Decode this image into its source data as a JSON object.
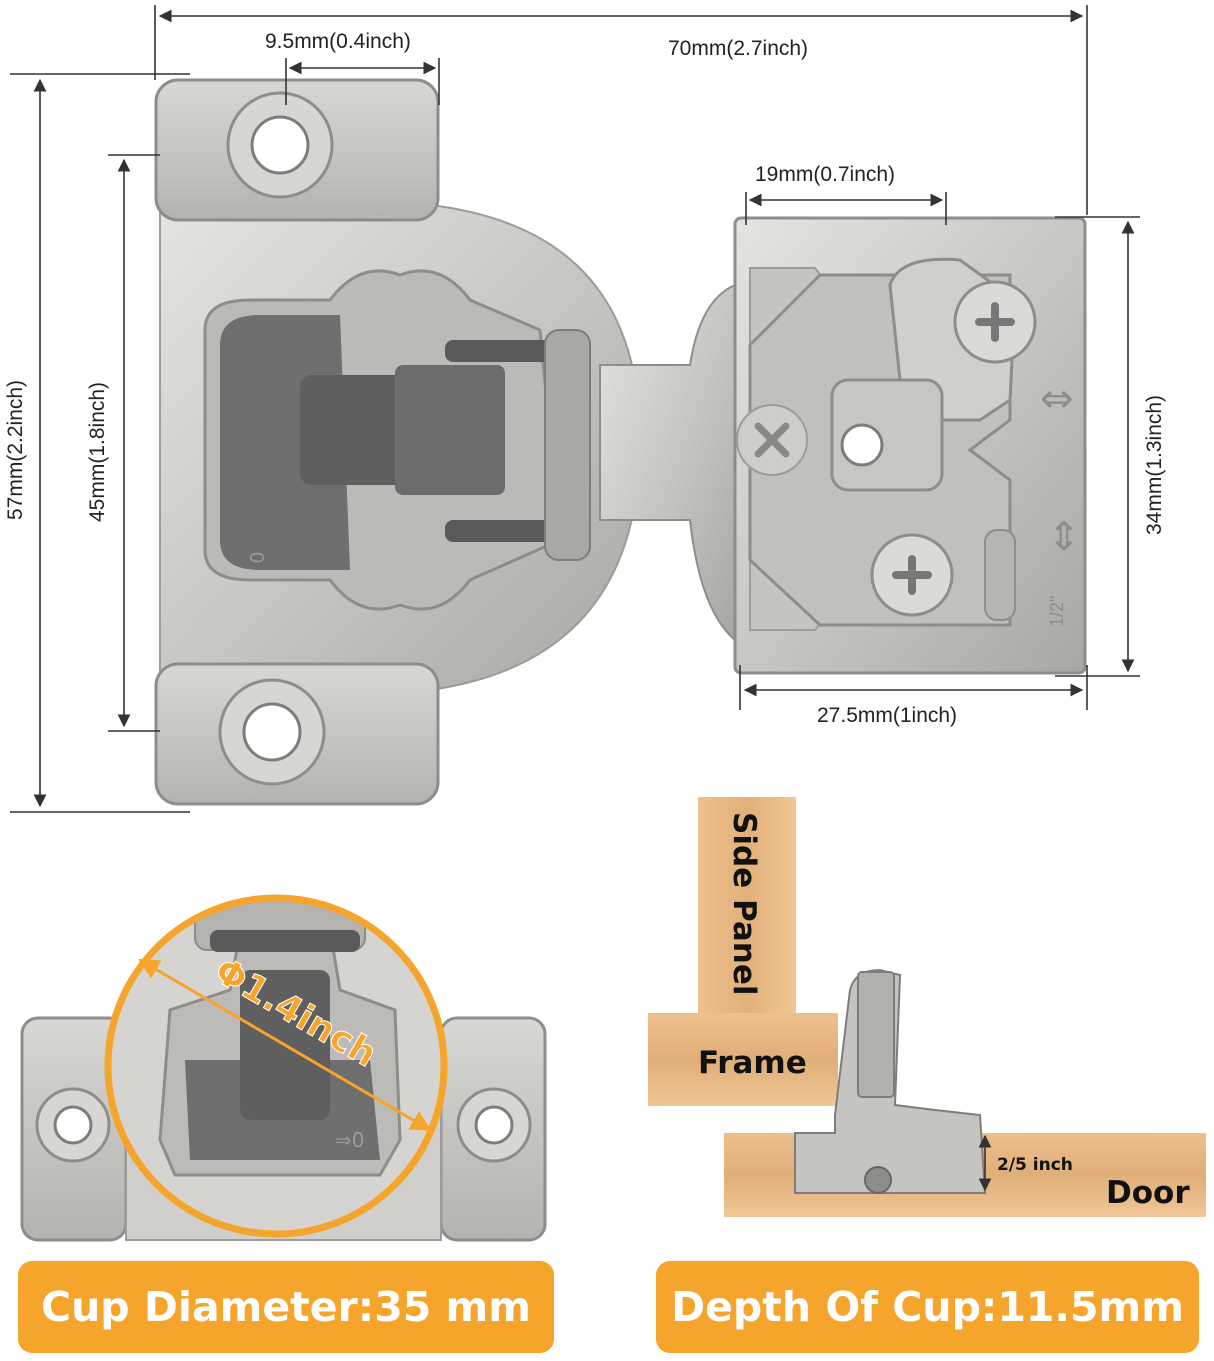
{
  "dimensions": {
    "overall_width": "70mm(2.7inch)",
    "plate_hole_offset": "9.5mm(0.4inch)",
    "overall_height": "57mm(2.2inch)",
    "hole_spacing": "45mm(1.8inch)",
    "arm_top_width": "19mm(0.7inch)",
    "arm_height": "34mm(1.3inch)",
    "arm_width": "27.5mm(1inch)",
    "cup_callout": "Φ1.4inch"
  },
  "hinge_marks": {
    "overlay_mark": "1/2\"",
    "cup_zero_mark": "0",
    "cup_arrow_mark": "⇒0"
  },
  "installation": {
    "side_panel": "Side Panel",
    "frame": "Frame",
    "door": "Door",
    "overlay": "2/5 inch"
  },
  "badges": {
    "cup_diameter": "Cup Diameter:35 mm",
    "cup_depth": "Depth Of Cup:11.5mm"
  },
  "colors": {
    "accent_orange": "#f5a42c",
    "metal": "#c9c7c4",
    "gray_plastic": "#6f6f70",
    "wood": "#e3b47f",
    "dimension_line": "#333333"
  }
}
